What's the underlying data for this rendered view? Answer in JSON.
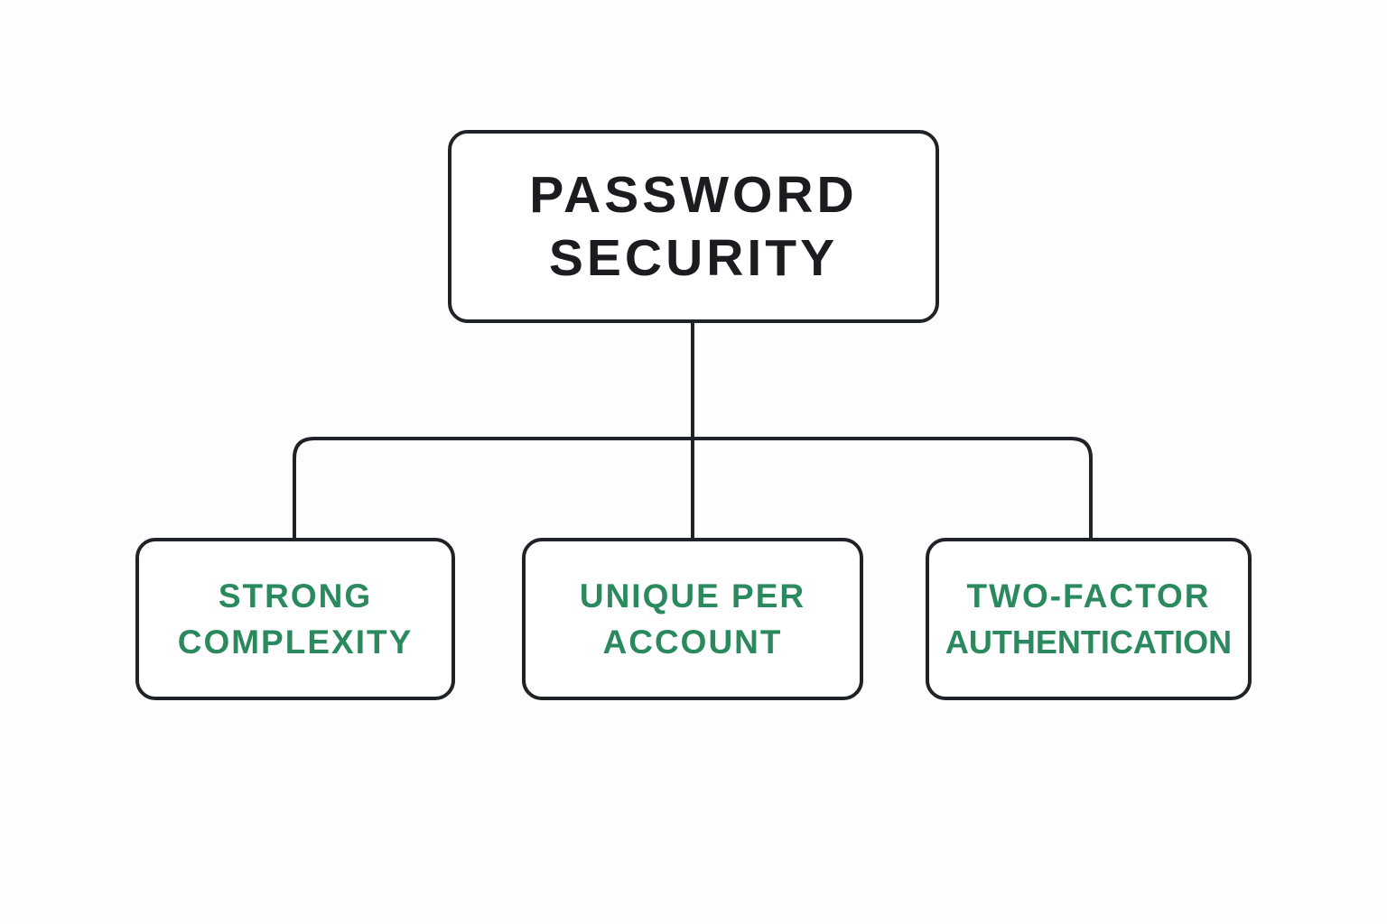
{
  "colors": {
    "background": "#fdfdfd",
    "stroke": "#1f2226",
    "root_text": "#1a1c1f",
    "child_text": "#2a8a5e"
  },
  "root": {
    "line_1": "PASSWORD",
    "line_2": "SECURITY"
  },
  "children": [
    {
      "line_1": "STRONG",
      "line_2": "COMPLEXITY"
    },
    {
      "line_1": "UNIQUE PER",
      "line_2": "ACCOUNT"
    },
    {
      "line_1": "TWO-FACTOR",
      "line_2": "AUTHENTICATION"
    }
  ]
}
